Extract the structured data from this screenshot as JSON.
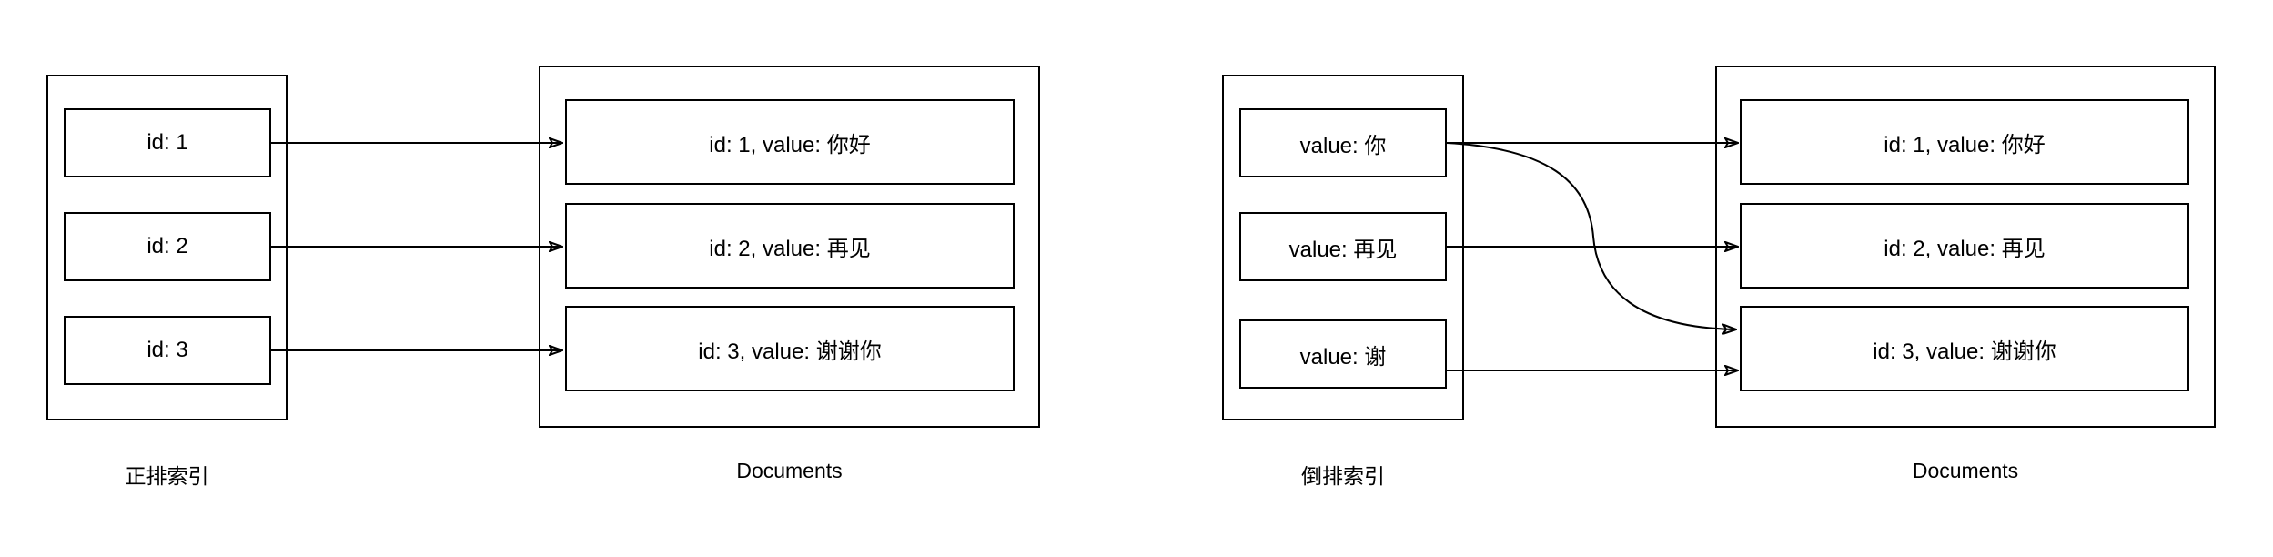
{
  "background": "#ffffff",
  "stroke_color": "#000000",
  "text_color": "#000000",
  "forward_index": {
    "label": "正排索引",
    "items": [
      "id: 1",
      "id: 2",
      "id: 3"
    ],
    "documents_label": "Documents",
    "documents": [
      "id: 1, value: 你好",
      "id: 2, value: 再见",
      "id: 3, value: 谢谢你"
    ],
    "edges": [
      [
        0,
        0
      ],
      [
        1,
        1
      ],
      [
        2,
        2
      ]
    ]
  },
  "inverted_index": {
    "label": "倒排索引",
    "items": [
      "value: 你",
      "value: 再见",
      "value: 谢"
    ],
    "documents_label": "Documents",
    "documents": [
      "id: 1, value: 你好",
      "id: 2, value: 再见",
      "id: 3, value: 谢谢你"
    ],
    "edges": [
      [
        0,
        0
      ],
      [
        0,
        2
      ],
      [
        1,
        1
      ],
      [
        2,
        2
      ]
    ]
  }
}
